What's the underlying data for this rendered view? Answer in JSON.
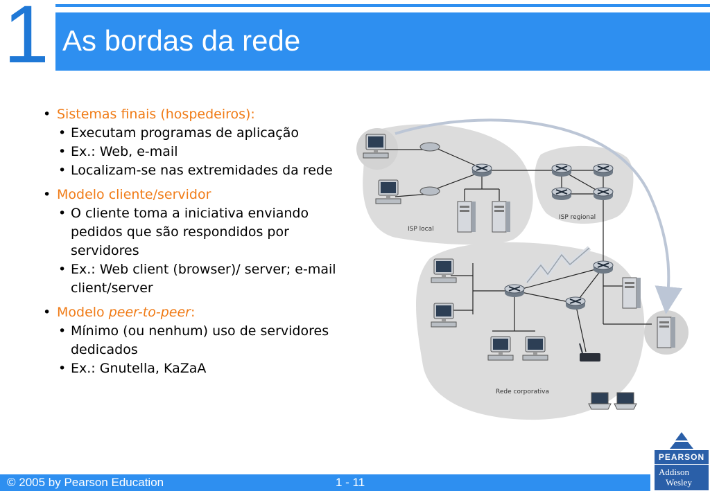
{
  "slide": {
    "chapter_number": "1",
    "title": "As bordas da rede"
  },
  "sections": [
    {
      "heading": "Sistemas finais (hospedeiros):",
      "items": [
        "Executam programas de aplicação",
        "Ex.: Web, e-mail",
        "Localizam-se nas extremidades da rede"
      ]
    },
    {
      "heading": "Modelo cliente/servidor",
      "items": [
        "O cliente toma a iniciativa enviando pedidos que são respondidos por servidores",
        "Ex.: Web client (browser)/ server; e-mail client/server"
      ]
    },
    {
      "heading_prefix": "Modelo ",
      "heading_italic": "peer-to-peer",
      "heading_suffix": ":",
      "items": [
        "Mínimo (ou nenhum) uso de servidores dedicados",
        "Ex.: Gnutella, KaZaA"
      ]
    }
  ],
  "bullet_symbol": "•",
  "diagram": {
    "label_isp_local": "ISP local",
    "label_isp_regional": "ISP regional",
    "label_rede_corporativa": "Rede corporativa"
  },
  "footer": {
    "copyright": "© 2005 by Pearson Education",
    "page": "1 - 11"
  },
  "logo": {
    "brand": "PEARSON",
    "line1": "Addison",
    "line2": "Wesley"
  },
  "colors": {
    "accent_blue": "#2e8ff0",
    "heading_orange": "#f07b16",
    "region_gray": "#dcdcdc"
  }
}
